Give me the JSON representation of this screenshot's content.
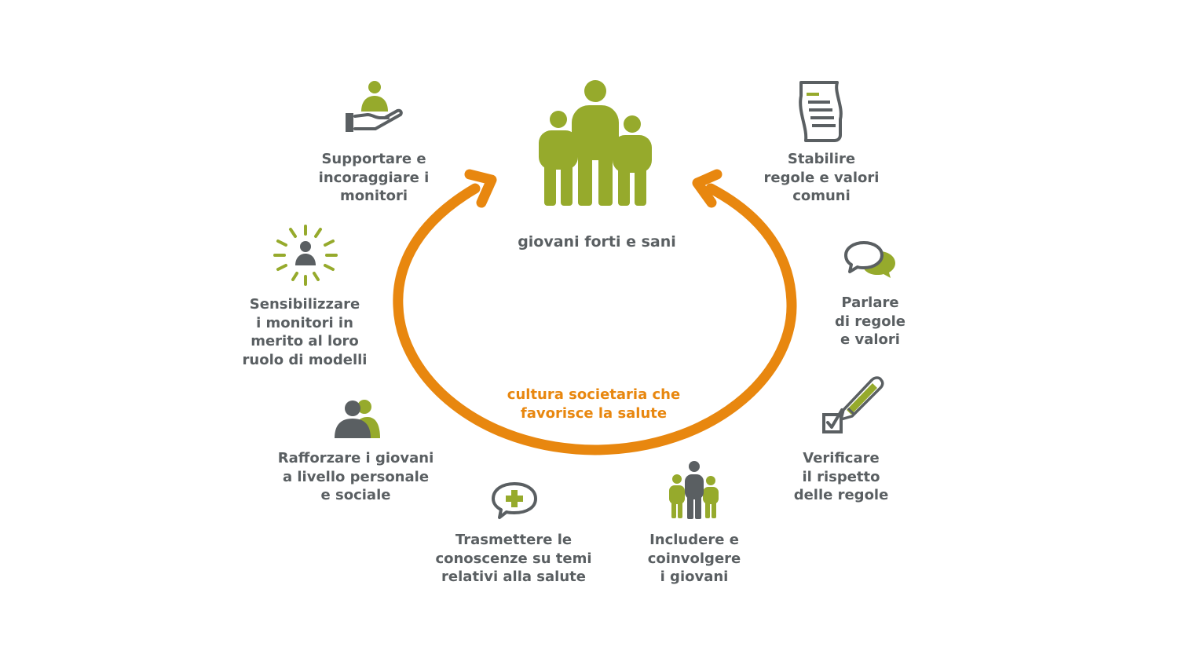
{
  "colors": {
    "accent_orange": "#e8870f",
    "accent_green": "#96aa2c",
    "dark_gray": "#5a5f62"
  },
  "center": {
    "label": "giovani forti e sani",
    "icon": "family-icon"
  },
  "cycle": {
    "label": "cultura societaria che\nfavorisce la salute"
  },
  "items": [
    {
      "label": "Supportare e\nincoraggiare i\nmonitori",
      "icon": "hand-support-icon"
    },
    {
      "label": "Sensibilizzare\ni monitori in\nmerito al loro\nruolo di modelli",
      "icon": "spotlight-person-icon"
    },
    {
      "label": "Rafforzare i giovani\na livello personale\ne sociale",
      "icon": "two-persons-icon"
    },
    {
      "label": "Trasmettere le\nconoscenze su temi\nrelativi alla salute",
      "icon": "health-speech-icon"
    },
    {
      "label": "Includere e\ncoinvolgere\ni giovani",
      "icon": "group-icon"
    },
    {
      "label": "Verificare\nil rispetto\ndelle regole",
      "icon": "checklist-pen-icon"
    },
    {
      "label": "Parlare\ndi regole\ne valori",
      "icon": "speech-bubbles-icon"
    },
    {
      "label": "Stabilire\nregole e valori\ncomuni",
      "icon": "document-icon"
    }
  ]
}
